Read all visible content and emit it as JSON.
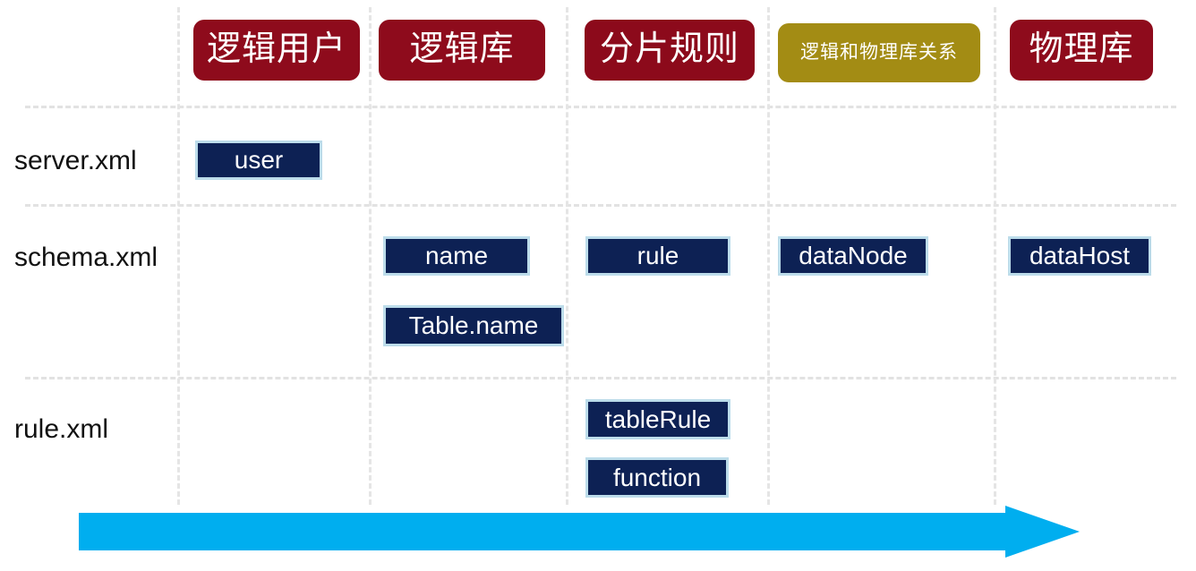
{
  "diagram": {
    "type": "matrix-mapping",
    "title_present": false,
    "columns": [
      {
        "id": "logical-user",
        "label": "逻辑用户",
        "color": "#8E0B1C",
        "text_size": "large"
      },
      {
        "id": "logical-db",
        "label": "逻辑库",
        "color": "#8E0B1C",
        "text_size": "large"
      },
      {
        "id": "shard-rule",
        "label": "分片规则",
        "color": "#8E0B1C",
        "text_size": "large"
      },
      {
        "id": "logical-physical-relation",
        "label": "逻辑和物理库关系",
        "color": "#A38C14",
        "text_size": "small"
      },
      {
        "id": "physical-db",
        "label": "物理库",
        "color": "#8E0B1C",
        "text_size": "large"
      }
    ],
    "rows": [
      {
        "id": "server-xml",
        "label": "server.xml"
      },
      {
        "id": "schema-xml",
        "label": "schema.xml"
      },
      {
        "id": "rule-xml",
        "label": "rule.xml"
      }
    ],
    "cells": [
      {
        "row": "server-xml",
        "column": "logical-user",
        "items": [
          "user"
        ]
      },
      {
        "row": "schema-xml",
        "column": "logical-db",
        "items": [
          "name",
          "Table.name"
        ]
      },
      {
        "row": "schema-xml",
        "column": "shard-rule",
        "items": [
          "rule"
        ]
      },
      {
        "row": "schema-xml",
        "column": "logical-physical-relation",
        "items": [
          "dataNode"
        ]
      },
      {
        "row": "schema-xml",
        "column": "physical-db",
        "items": [
          "dataHost"
        ]
      },
      {
        "row": "rule-xml",
        "column": "shard-rule",
        "items": [
          "tableRule",
          "function"
        ]
      }
    ],
    "chips": {
      "user": "user",
      "name": "name",
      "table_name": "Table.name",
      "rule": "rule",
      "data_node": "dataNode",
      "data_host": "dataHost",
      "table_rule": "tableRule",
      "function": "function"
    },
    "arrow": {
      "direction": "right",
      "label": "",
      "color": "#00AEEF"
    },
    "colors": {
      "crimson": "#8E0B1C",
      "olive": "#A38C14",
      "navy": "#0D2154",
      "chip_border": "#bcdcea",
      "grid": "#e3e3e3",
      "arrow": "#00AEEF",
      "text_dark": "#111111",
      "background": "#ffffff"
    }
  }
}
